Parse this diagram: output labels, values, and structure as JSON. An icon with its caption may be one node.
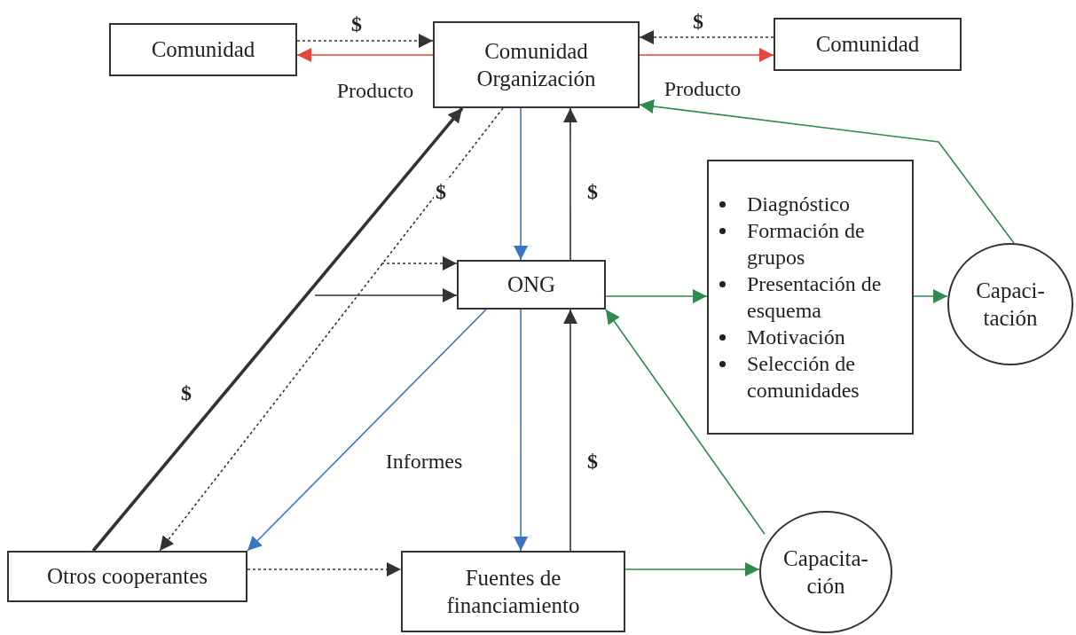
{
  "diagram": {
    "nodes": [
      {
        "text": [
          "Comunidad"
        ]
      },
      {
        "text": [
          "Comunidad Organización"
        ]
      },
      {
        "text": [
          "Comunidad"
        ]
      },
      {
        "text": [
          "ONG"
        ]
      },
      {
        "text": [
          "Diagnóstico",
          "Formación de grupos",
          "Presentación de esquema",
          "Motivación",
          "Selección de comunidades"
        ]
      },
      {
        "text": [
          "Capaci- tación"
        ]
      },
      {
        "text": [
          "Otros cooperantes"
        ]
      },
      {
        "text": [
          "Fuentes de financiamiento"
        ]
      },
      {
        "text": [
          "Capacita- ción"
        ]
      }
    ],
    "edges": [
      {
        "from": 0,
        "to": 1,
        "arrow": "to",
        "label": "$",
        "style": "dashed"
      },
      {
        "from": 1,
        "to": 0,
        "arrow": "to",
        "label": "Producto",
        "color": "#e8453c"
      },
      {
        "from": 2,
        "to": 1,
        "arrow": "to",
        "label": "$",
        "style": "dashed"
      },
      {
        "from": 1,
        "to": 2,
        "arrow": "to",
        "label": "Producto",
        "color": "#e8453c"
      },
      {
        "from": 1,
        "to": 3,
        "arrow": "to",
        "color": "#3a74c4"
      },
      {
        "from": 3,
        "to": 1,
        "arrow": "to",
        "label": "$"
      },
      {
        "from": 3,
        "to": 4,
        "arrow": "to",
        "color": "#2f8a4e"
      },
      {
        "from": 4,
        "to": 5,
        "arrow": "to",
        "color": "#2f8a4e"
      },
      {
        "from": 5,
        "to": 1,
        "arrow": "to",
        "color": "#2f8a4e"
      },
      {
        "from": 8,
        "to": 3,
        "arrow": "to",
        "color": "#2f8a4e"
      },
      {
        "from": 7,
        "to": 8,
        "arrow": "to",
        "color": "#2f8a4e"
      },
      {
        "from": 7,
        "to": 3,
        "arrow": "to",
        "label": "$"
      },
      {
        "from": 3,
        "to": 7,
        "arrow": "to",
        "color": "#3a74c4"
      },
      {
        "from": 3,
        "to": 6,
        "arrow": "to",
        "label": "Informes",
        "color": "#3a74c4"
      },
      {
        "from": 6,
        "to": 1,
        "arrow": "to",
        "label": "$",
        "style": "thick"
      },
      {
        "from": 1,
        "to": 6,
        "arrow": "to",
        "label": "$",
        "style": "dashed"
      },
      {
        "from": 6,
        "to": 7,
        "arrow": "to",
        "style": "dashed"
      },
      {
        "from": null,
        "to": 3,
        "arrow": "to",
        "style": "dashed"
      },
      {
        "from": null,
        "to": 3,
        "arrow": "to"
      }
    ]
  }
}
